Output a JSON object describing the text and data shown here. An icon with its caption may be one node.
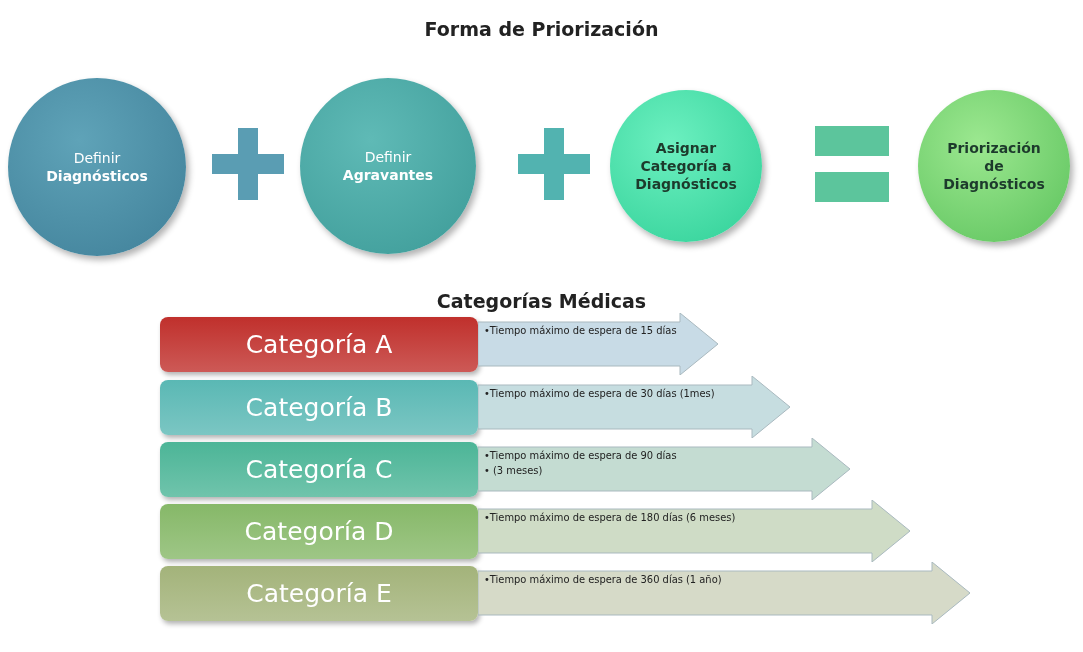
{
  "diagram": {
    "title": "Forma de Priorización",
    "nodes": [
      {
        "text": [
          "Definir **Diagnósticos**"
        ]
      },
      {
        "text": [
          "Definir **Agravantes**"
        ]
      },
      {
        "text": [
          "Asignar Categoría a Diagnósticos"
        ]
      },
      {
        "text": [
          "Priorización de Diagnósticos"
        ]
      },
      {
        "text": [
          "Categoría A"
        ]
      },
      {
        "text": [
          "•Tiempo máximo de espera de 15 días"
        ]
      },
      {
        "text": [
          "Categoría B"
        ]
      },
      {
        "text": [
          "•Tiempo máximo de espera de 30 días (1mes)"
        ]
      },
      {
        "text": [
          "Categoría C"
        ]
      },
      {
        "text": [
          "•Tiempo máximo de espera de 90 días",
          "• (3 meses)"
        ]
      },
      {
        "text": [
          "Categoría D"
        ]
      },
      {
        "text": [
          "•Tiempo máximo de espera de 180 días (6 meses)"
        ]
      },
      {
        "text": [
          "Categoría E"
        ]
      },
      {
        "text": [
          "•Tiempo máximo de espera de 360 días (1 año)"
        ]
      }
    ],
    "edges": [],
    "labels": [
      "Categorías Médicas"
    ]
  }
}
